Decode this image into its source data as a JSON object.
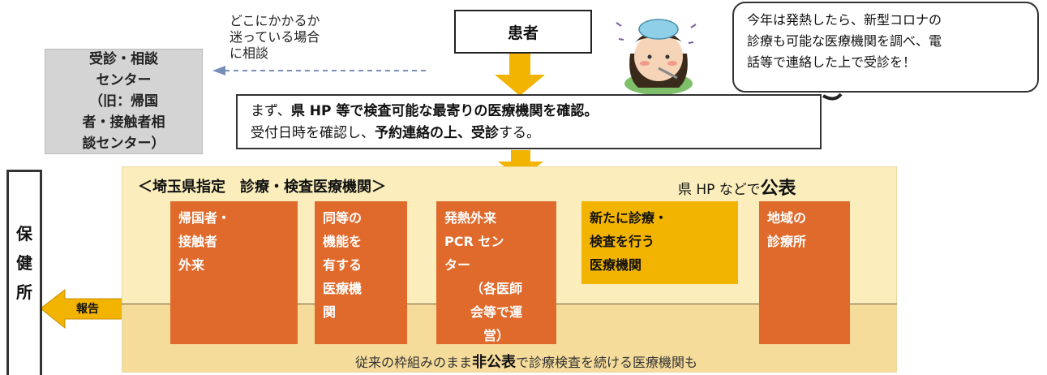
{
  "consultation_center": {
    "lines": [
      "受診・相談",
      "センター",
      "（旧：帰国",
      "者・接触者相",
      "談センター）"
    ]
  },
  "lost_note": {
    "lines": [
      "どこにかかるか",
      "迷っている場合",
      "に相談"
    ]
  },
  "patient": {
    "label": "患者"
  },
  "speech_bubble": {
    "lines": [
      "今年は発熱したら、新型コロナの",
      "診療も可能な医療機関を調べ、電",
      "話等で連絡した上で受診を！"
    ]
  },
  "step": {
    "line1_prefix": "まず、",
    "line1_bold": "県 HP 等で検査可能な最寄りの医療機関を確認。",
    "line2_prefix": "受付日時を確認し、",
    "line2_bold": "予約連絡の上、受診",
    "line2_suffix": "する。"
  },
  "panel": {
    "title": "＜埼玉県指定　診療・検査医療機関＞",
    "announce_prefix": "県 HP などで",
    "announce_strong": "公表",
    "orgs": [
      {
        "lines": [
          "帰国者・",
          "接触者",
          "外来"
        ]
      },
      {
        "lines": [
          "同等の",
          "機能を",
          "有する",
          "医療機",
          "関"
        ]
      },
      {
        "lines": [
          "発熱外来",
          "PCR セン",
          "ター",
          "（各医師",
          "会等で運",
          "営）"
        ]
      },
      {
        "lines": [
          "新たに診療・",
          "検査を行う",
          "医療機関"
        ]
      },
      {
        "lines": [
          "地域の",
          "診療所"
        ]
      }
    ],
    "footer_prefix": "従来の枠組みのまま",
    "footer_strong": "非公表",
    "footer_suffix": "で診療検査を続ける医療機関も"
  },
  "health_center": {
    "lines": [
      "保",
      "健",
      "所"
    ]
  },
  "report": {
    "label": "報告"
  },
  "colors": {
    "panel_bg": "#fbeebc",
    "org_orange": "#e06a2c",
    "org_yellow": "#f2b400",
    "arrow_yellow": "#f2b400",
    "consult_gray": "#d4d4d4"
  }
}
